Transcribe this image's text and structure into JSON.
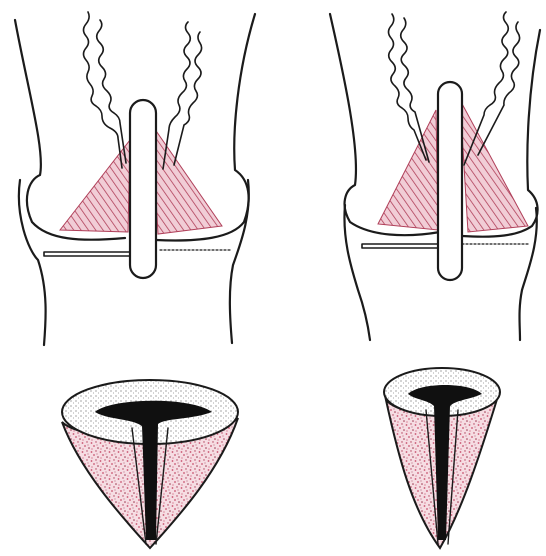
{
  "figure": {
    "panels": [
      {
        "id": "left",
        "side": "left"
      },
      {
        "id": "right",
        "side": "right"
      }
    ],
    "colors": {
      "ink": "#1b1b1b",
      "hatch": "#b0405a",
      "hatch_fill": "#f1cdd6",
      "speckle": "#c8546f",
      "speckle_fill": "#f6dde3",
      "cavity": "#101010",
      "paper": "#ffffff"
    }
  }
}
